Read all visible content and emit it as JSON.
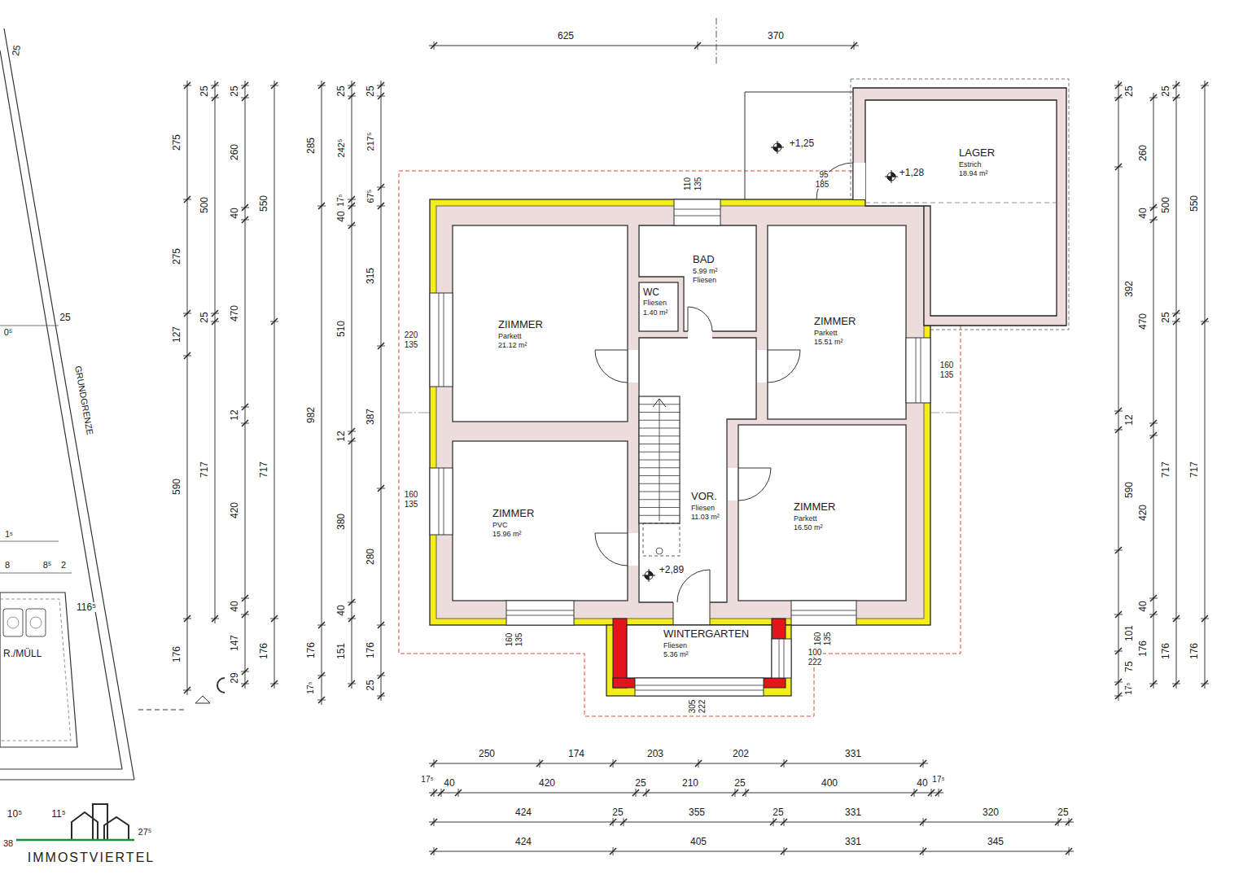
{
  "diagram": {
    "nodes": [
      {
        "text": [
          "LAGER",
          "Estrich",
          "18.94 m²"
        ]
      },
      {
        "text": [
          "BAD",
          "5.99 m²",
          "Fliesen"
        ]
      },
      {
        "text": [
          "WC",
          "Fliesen",
          "1.40 m²"
        ]
      },
      {
        "text": [
          "ZIIMMER",
          "Parkett",
          "21.12 m²"
        ]
      },
      {
        "text": [
          "ZIMMER",
          "Parkett",
          "15.51 m²"
        ]
      },
      {
        "text": [
          "ZIMMER",
          "PVC",
          "15.96 m²"
        ]
      },
      {
        "text": [
          "VOR.",
          "Fliesen",
          "11.03 m²"
        ]
      },
      {
        "text": [
          "ZIMMER",
          "Parkett",
          "16.50 m²"
        ]
      },
      {
        "text": [
          "R./MÜLL"
        ]
      },
      {
        "text": [
          "WINTERGARTEN",
          "Fliesen",
          "5.36 m²"
        ]
      }
    ],
    "labels": [
      "625",
      "370",
      "275",
      "275",
      "127",
      "590",
      "176",
      "25",
      "500",
      "25",
      "717",
      "25",
      "260",
      "40",
      "470",
      "12",
      "420",
      "40",
      "147",
      "29",
      "550",
      "717",
      "176",
      "285",
      "982",
      "176",
      "17⁵",
      "25",
      "242⁵",
      "17⁵",
      "40",
      "510",
      "12",
      "380",
      "40",
      "151",
      "25",
      "217⁵",
      "67⁵",
      "315",
      "387",
      "280",
      "176",
      "25",
      "25",
      "25",
      "260",
      "500",
      "550",
      "40",
      "392",
      "25",
      "470",
      "12",
      "717",
      "717",
      "590",
      "420",
      "40",
      "101",
      "176",
      "176",
      "176",
      "75",
      "17⁵",
      "110",
      "135",
      "95",
      "185",
      "220",
      "135",
      "160",
      "135",
      "160",
      "135",
      "160",
      "135",
      "160",
      "135",
      "100",
      "222",
      "305",
      "222",
      "+1,25",
      "+1,28",
      "+2,89",
      "250",
      "174",
      "203",
      "202",
      "331",
      "17⁵",
      "40",
      "420",
      "25",
      "210",
      "25",
      "400",
      "40",
      "17⁵",
      "424",
      "25",
      "355",
      "25",
      "331",
      "320",
      "25",
      "424",
      "405",
      "331",
      "345",
      "25",
      "25",
      "0⁵",
      "GRUNDGRENZE",
      "1⁵",
      "8",
      "8⁵",
      "2",
      "116⁵",
      "10⁵",
      "11⁵",
      "27⁵",
      "38",
      "IMMOSTVIERTEL"
    ]
  }
}
